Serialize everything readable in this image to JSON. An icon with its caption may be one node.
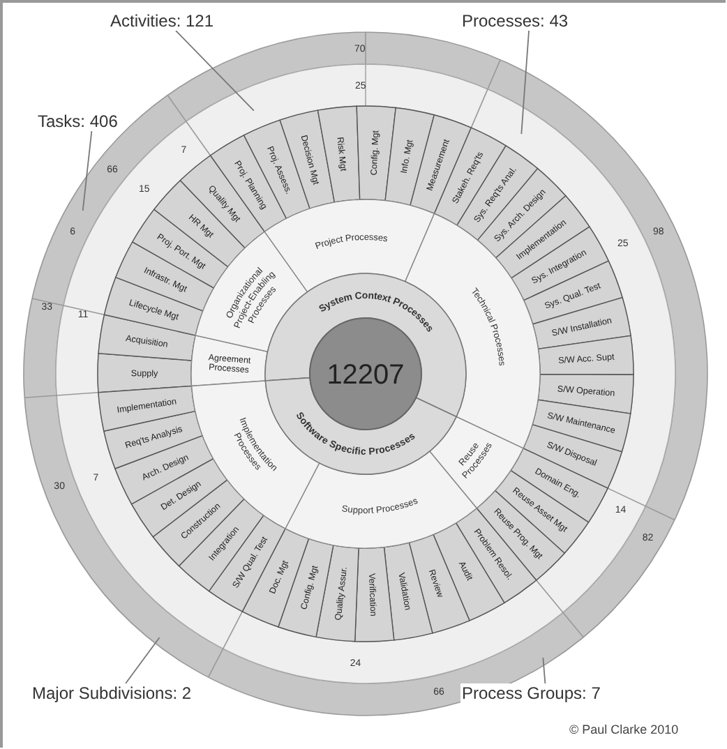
{
  "diagram": {
    "nodes": [
      {
        "text": [
          "Activities: 121"
        ]
      },
      {
        "text": [
          "Processes: 43"
        ]
      },
      {
        "text": [
          "Tasks: 406"
        ]
      },
      {
        "text": [
          "12207"
        ]
      },
      {
        "text": [
          "System Context Processes"
        ]
      },
      {
        "text": [
          "Software Specific Processes"
        ]
      },
      {
        "text": [
          "Agreement Processes"
        ]
      },
      {
        "text": [
          "Organizational Project-Enabling Processes"
        ]
      },
      {
        "text": [
          "Project Processes"
        ]
      },
      {
        "text": [
          "Technical Processes"
        ]
      },
      {
        "text": [
          "Reuse Processes"
        ]
      },
      {
        "text": [
          "Support Processes"
        ]
      },
      {
        "text": [
          "Implementation Processes"
        ]
      },
      {
        "text": [
          "Supply"
        ]
      },
      {
        "text": [
          "Acquisition"
        ]
      },
      {
        "text": [
          "Lifecycle Mgt"
        ]
      },
      {
        "text": [
          "Infrastr. Mgt"
        ]
      },
      {
        "text": [
          "Proj. Port. Mgt"
        ]
      },
      {
        "text": [
          "HR Mgt"
        ]
      },
      {
        "text": [
          "Quality Mgt"
        ]
      },
      {
        "text": [
          "Proj. Planning"
        ]
      },
      {
        "text": [
          "Proj. Assess."
        ]
      },
      {
        "text": [
          "Decision Mgt"
        ]
      },
      {
        "text": [
          "Risk Mgt"
        ]
      },
      {
        "text": [
          "Config. Mgt"
        ]
      },
      {
        "text": [
          "Info. Mgt"
        ]
      },
      {
        "text": [
          "Measurement"
        ]
      },
      {
        "text": [
          "Stakeh. Req'ts"
        ]
      },
      {
        "text": [
          "Sys. Req'ts Anal."
        ]
      },
      {
        "text": [
          "Sys. Arch. Design"
        ]
      },
      {
        "text": [
          "Implementation"
        ]
      },
      {
        "text": [
          "Sys. Integration"
        ]
      },
      {
        "text": [
          "Sys. Qual. Test"
        ]
      },
      {
        "text": [
          "S/W Installation"
        ]
      },
      {
        "text": [
          "S/W Acc. Supt"
        ]
      },
      {
        "text": [
          "S/W Operation"
        ]
      },
      {
        "text": [
          "S/W Maintenance"
        ]
      },
      {
        "text": [
          "S/W Disposal"
        ]
      },
      {
        "text": [
          "Domain Eng."
        ]
      },
      {
        "text": [
          "Reuse Asset Mgt"
        ]
      },
      {
        "text": [
          "Reuse Prog. Mgt"
        ]
      },
      {
        "text": [
          "Problem Resol."
        ]
      },
      {
        "text": [
          "Audit"
        ]
      },
      {
        "text": [
          "Review"
        ]
      },
      {
        "text": [
          "Validation"
        ]
      },
      {
        "text": [
          "Verification"
        ]
      },
      {
        "text": [
          "Quality Assur."
        ]
      },
      {
        "text": [
          "Config. Mgt"
        ]
      },
      {
        "text": [
          "Doc. Mgt"
        ]
      },
      {
        "text": [
          "S/W Qual. Test"
        ]
      },
      {
        "text": [
          "Integration"
        ]
      },
      {
        "text": [
          "Construction"
        ]
      },
      {
        "text": [
          "Det. Design"
        ]
      },
      {
        "text": [
          "Arch. Design"
        ]
      },
      {
        "text": [
          "Req'ts Analysis"
        ]
      },
      {
        "text": [
          "Implementation"
        ]
      },
      {
        "text": [
          "Major Subdivisions: 2"
        ]
      },
      {
        "text": [
          "Process Groups: 7"
        ]
      }
    ],
    "edges": [
      {
        "from": 0,
        "to": null,
        "arrow": "none"
      },
      {
        "from": 1,
        "to": null,
        "arrow": "none"
      },
      {
        "from": 2,
        "to": null,
        "arrow": "none"
      },
      {
        "from": 56,
        "to": null,
        "arrow": "none"
      },
      {
        "from": 57,
        "to": null,
        "arrow": "none"
      }
    ],
    "labels": [
      "70",
      "25",
      "66",
      "7",
      "15",
      "6",
      "98",
      "25",
      "33",
      "11",
      "30",
      "7",
      "14",
      "82",
      "24",
      "66",
      "© Paul Clarke 2010"
    ]
  }
}
